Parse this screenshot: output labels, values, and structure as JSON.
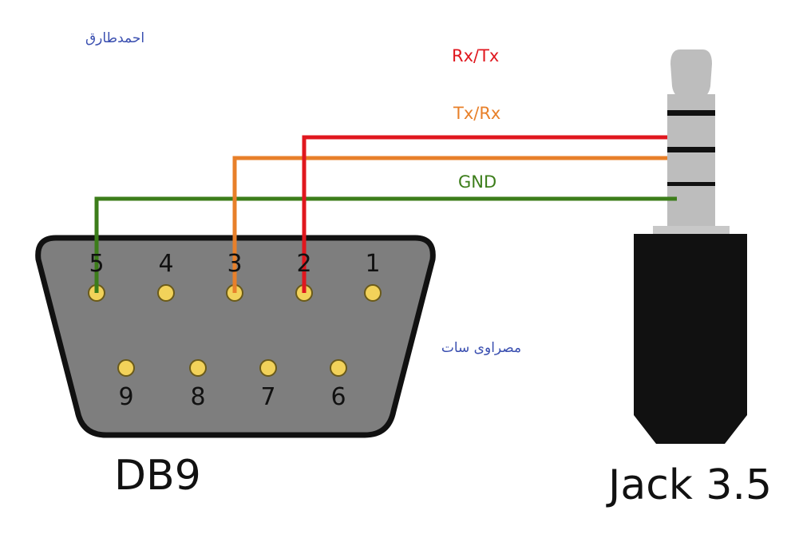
{
  "watermark": {
    "top_left": "احمدطارق",
    "middle_right": "مصراوى سات"
  },
  "wires": [
    {
      "label": "Rx/Tx",
      "color": "#e0171e",
      "db9_pin": "2"
    },
    {
      "label": "Tx/Rx",
      "color": "#e8802a",
      "db9_pin": "3"
    },
    {
      "label": "GND",
      "color": "#3c7d1a",
      "db9_pin": "5"
    }
  ],
  "db9": {
    "label": "DB9",
    "top_row": [
      "5",
      "4",
      "3",
      "2",
      "1"
    ],
    "bottom_row": [
      "9",
      "8",
      "7",
      "6"
    ],
    "body_color": "#7e7e7e",
    "pin_color": "#f2d25a"
  },
  "jack": {
    "label": "Jack 3.5",
    "plug_color": "#bdbdbd",
    "body_color": "#111111"
  },
  "colors": {
    "watermark": "#3a4fb0"
  }
}
